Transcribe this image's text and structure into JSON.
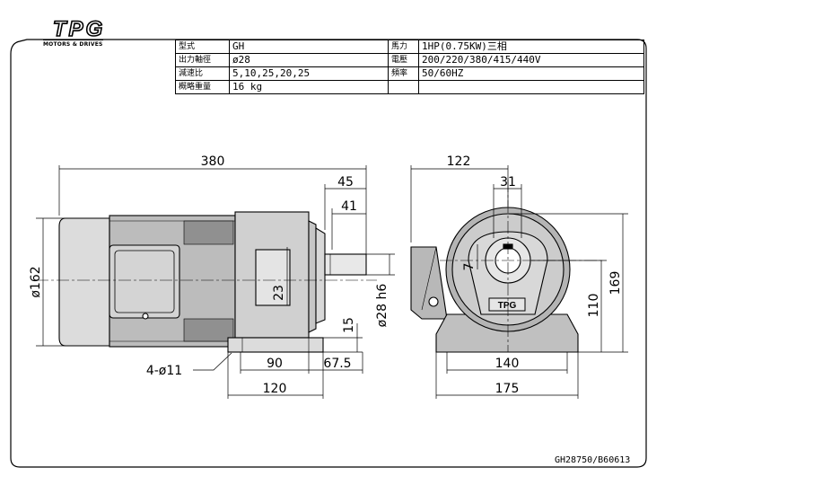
{
  "brand": {
    "logo_text": "TPG",
    "subtitle": "MOTORS & DRIVES"
  },
  "specs": {
    "rows": [
      {
        "label": "型式",
        "value": "GH",
        "label2": "馬力",
        "value2": "1HP(0.75KW)三相"
      },
      {
        "label": "出力軸徑",
        "value": "ø28",
        "label2": "電壓",
        "value2": "200/220/380/415/440V"
      },
      {
        "label": "減速比",
        "value": "5,10,25,20,25",
        "label2": "頻率",
        "value2": "50/60HZ"
      },
      {
        "label": "概略重量",
        "value": "16 kg",
        "label2": "",
        "value2": ""
      }
    ]
  },
  "dimensions": {
    "overall_length": "380",
    "shaft_45": "45",
    "shaft_41": "41",
    "body_diameter": "ø162",
    "offset_23": "23",
    "shaft_dia": "ø28 h6",
    "base_15": "15",
    "base_90": "90",
    "base_675": "67.5",
    "base_120": "120",
    "holes": "4-ø11",
    "side_122": "122",
    "side_31": "31",
    "side_7": "7",
    "side_169": "169",
    "side_110": "110",
    "side_140": "140",
    "side_175": "175"
  },
  "drawing_code": "GH28750/B60613"
}
